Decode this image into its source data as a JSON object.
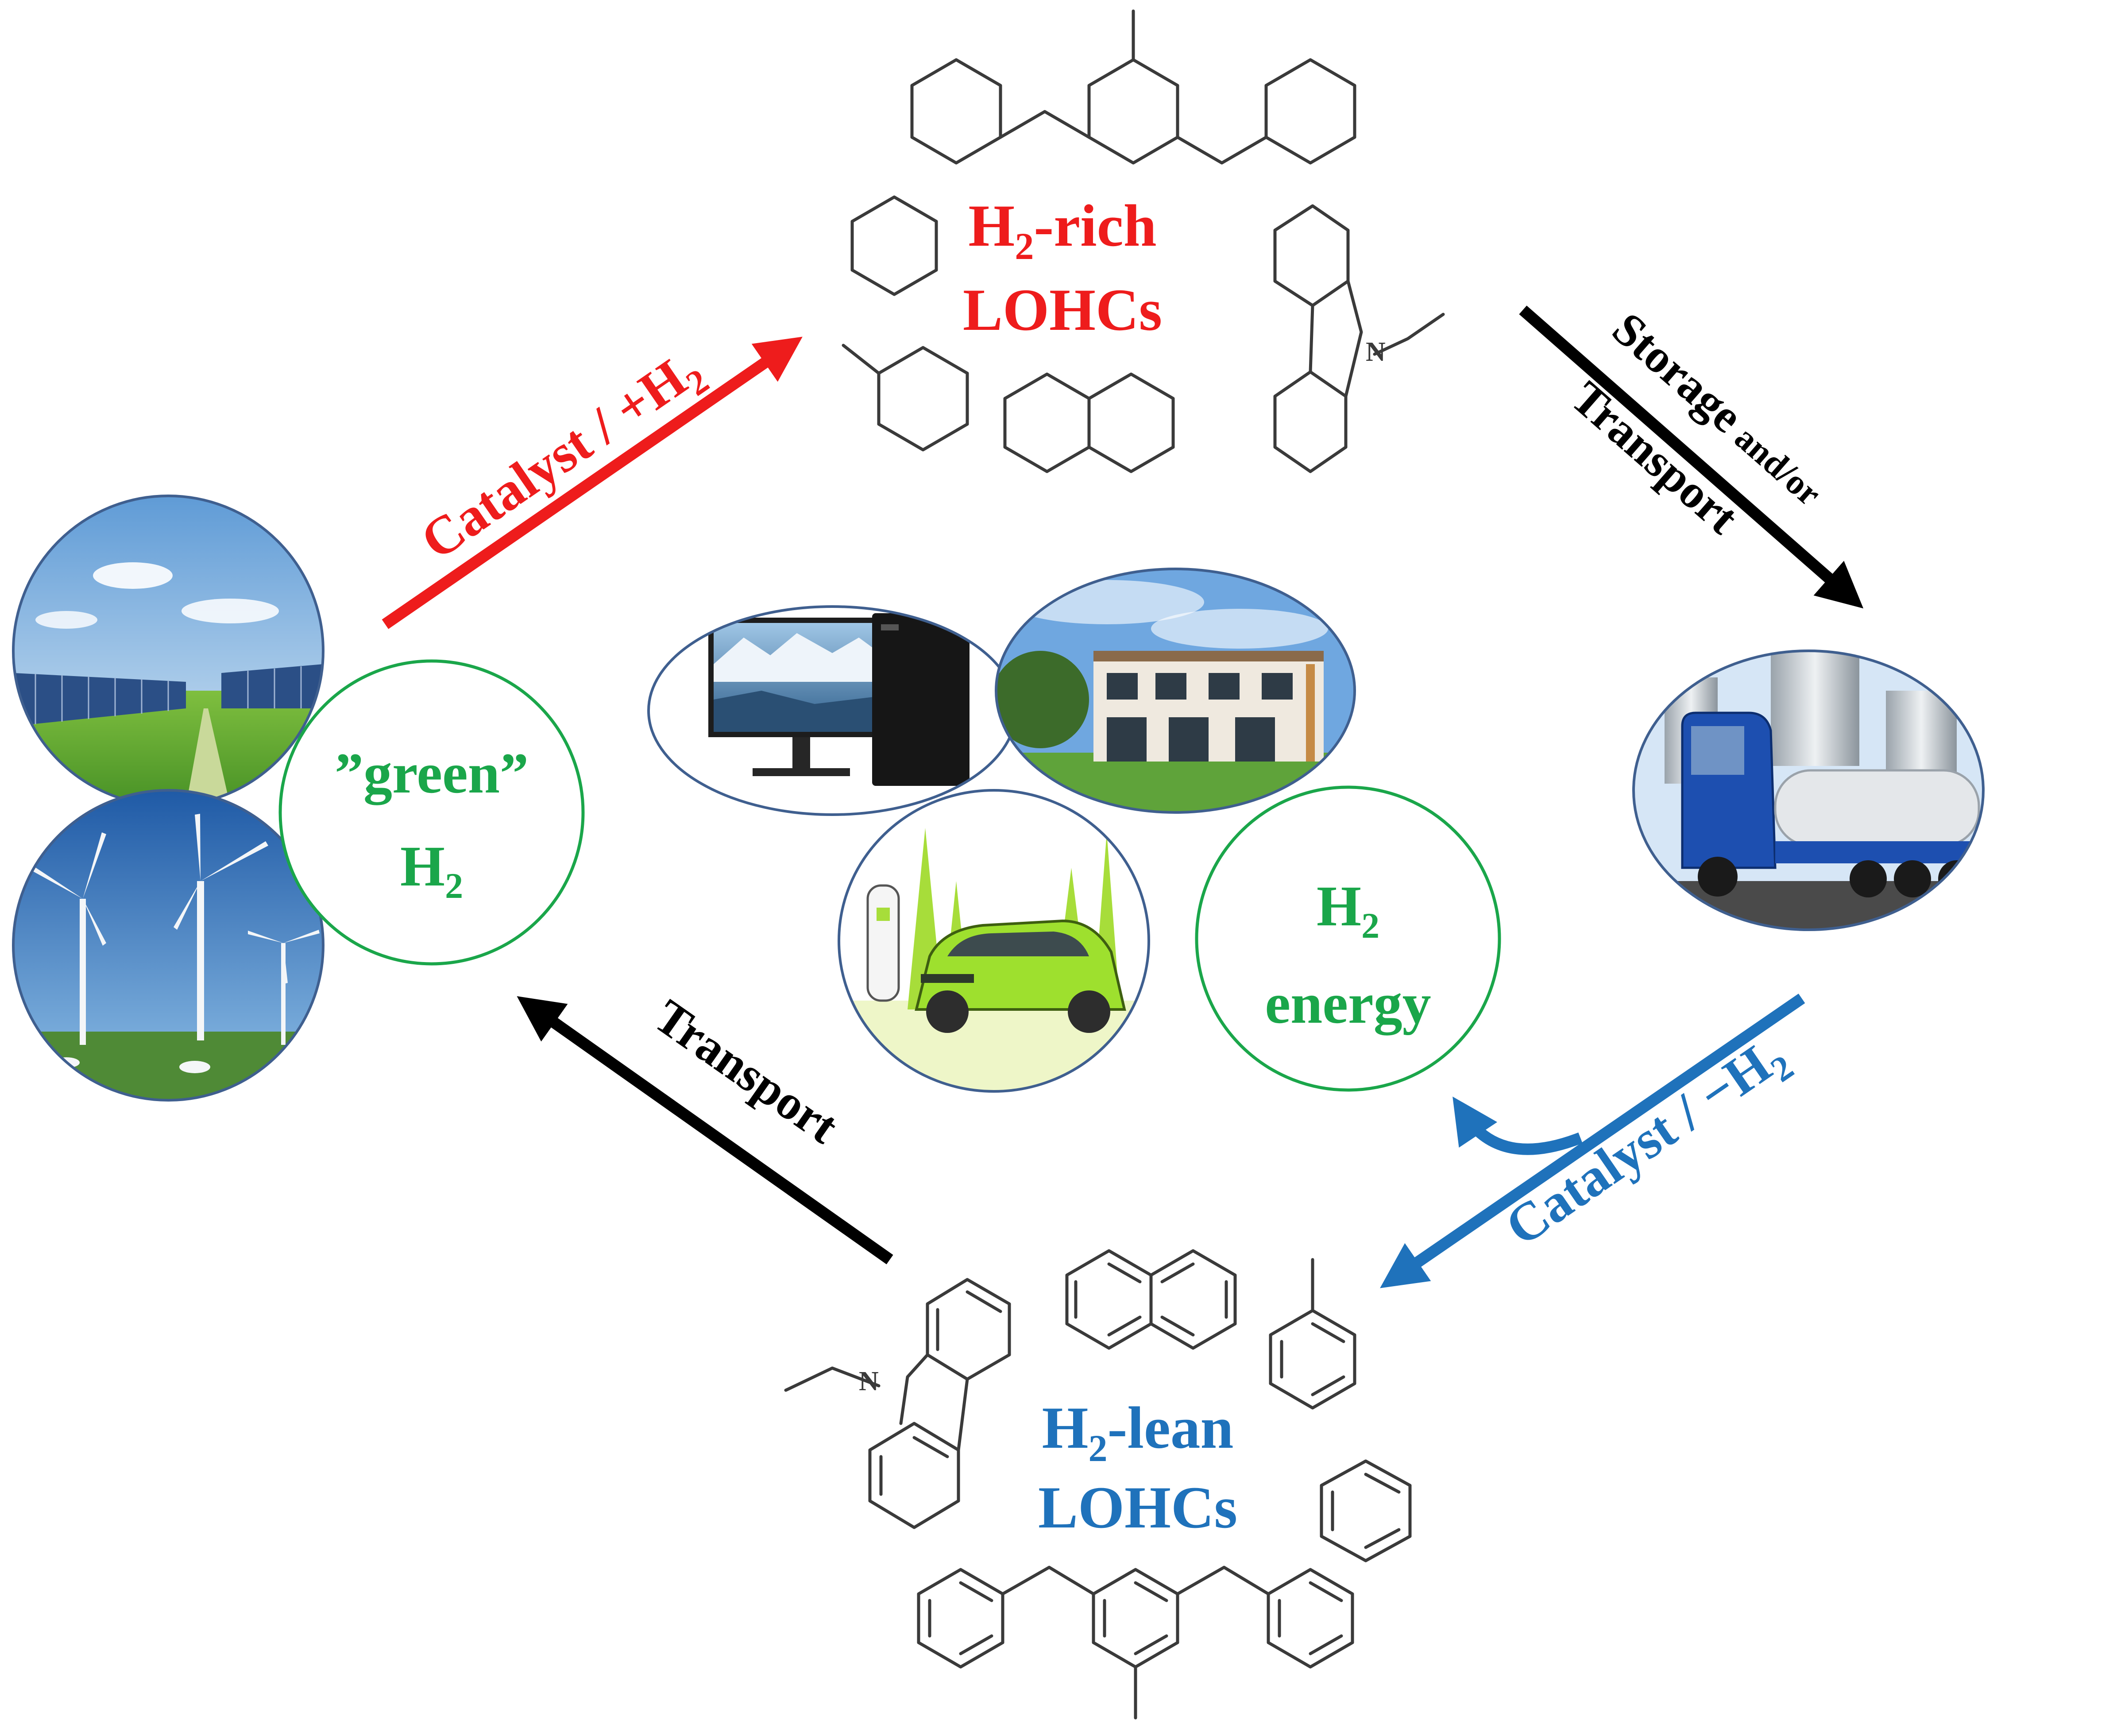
{
  "labels": {
    "rich_h": "H",
    "rich_sub": "2",
    "rich_rest": "-rich",
    "rich_line2": "LOHCs",
    "lean_h": "H",
    "lean_sub": "2",
    "lean_rest": "-lean",
    "lean_line2": "LOHCs",
    "green_line1": "”green”",
    "green_h": "H",
    "green_sub": "2",
    "energy_h": "H",
    "energy_sub": "2",
    "energy_line2": "energy",
    "cat_plus_text": "Catalyst / +H",
    "cat_plus_sub": "2",
    "cat_minus_text": "Catalyst / −H",
    "cat_minus_sub": "2",
    "storage_main": "Storage",
    "storage_small": "and/or",
    "storage_line2": "Transport",
    "transport_left": "Transport",
    "atom_n_top": "N",
    "atom_n_bottom": "N"
  },
  "colors": {
    "red": "#ee1c1c",
    "blue": "#1f72bb",
    "green": "#1aa64a",
    "black": "#000000",
    "bond": "#3a3a3a",
    "circle_border": "#3f5f8f"
  },
  "photos": {
    "solar": "solar-panel-field",
    "wind": "wind-turbines",
    "computer": "desktop-computer",
    "house": "residential-houses",
    "car": "electric-car-charging",
    "truck": "tanker-truck-and-storage-tanks"
  }
}
